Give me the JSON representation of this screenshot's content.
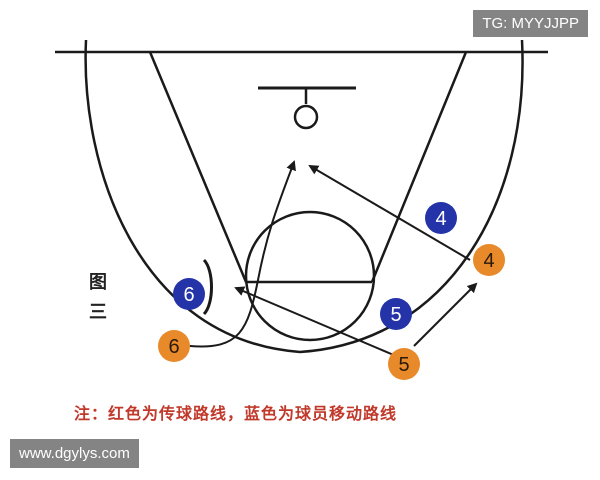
{
  "watermark_top": "TG: MYYJJPP",
  "watermark_bottom": "www.dgylys.com",
  "figure_label": "图三",
  "note": "注：红色为传球路线，蓝色为球员移动路线",
  "colors": {
    "blue_player": "#2433a8",
    "orange_player": "#e8892a",
    "line": "#1a1a1a",
    "note_text": "#c0392b"
  },
  "players": {
    "blue": [
      "4",
      "6",
      "5"
    ],
    "orange": [
      "4",
      "6",
      "5"
    ]
  }
}
